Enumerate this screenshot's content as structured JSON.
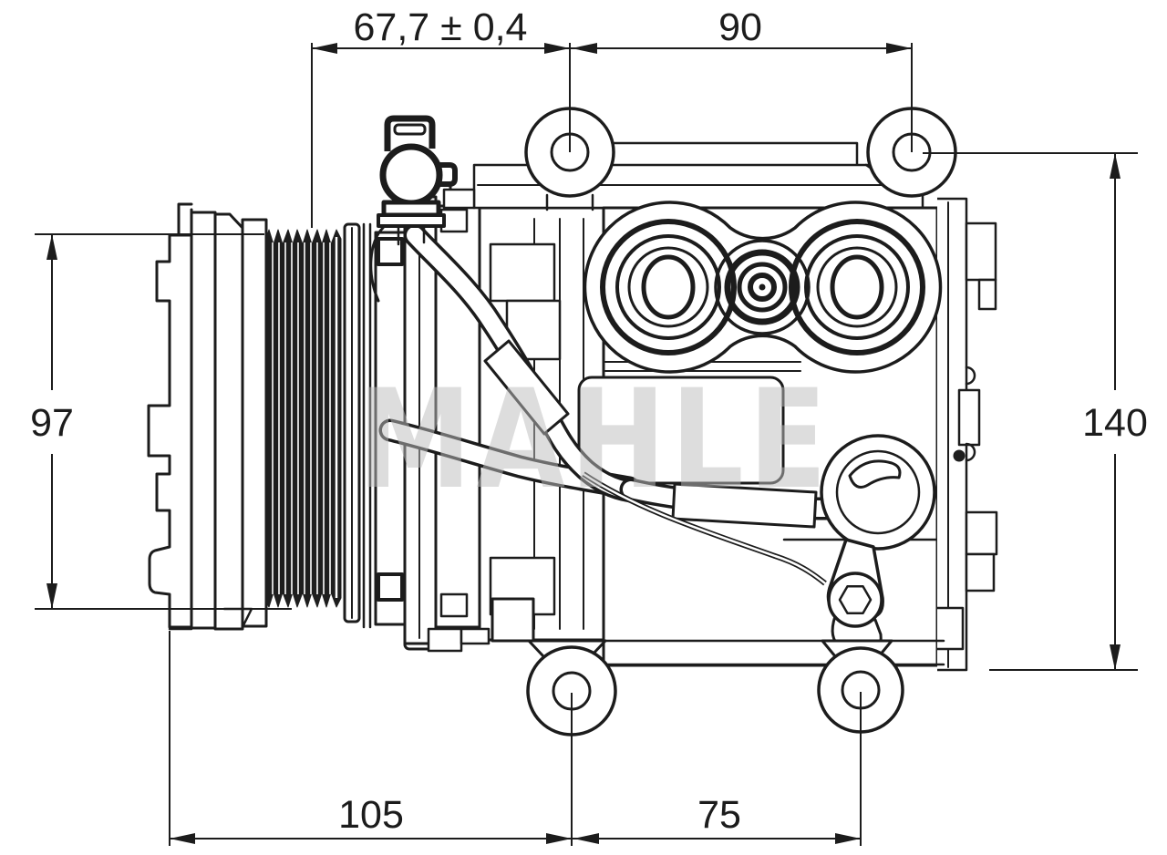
{
  "figure": {
    "type": "technical line drawing",
    "subject": "Automotive air-conditioning compressor, side view with belt pulley, clutch, mounting ears, refrigerant ports, hoses and bracket",
    "watermark": "MAHLE"
  },
  "colors": {
    "line": "#1c1c1c",
    "background": "#ffffff",
    "watermark_gray": "#bdbdbd",
    "pulley_fill": "#1e1e1e"
  },
  "dimensions": {
    "top_pulley_width": "67,7 ± 0,4",
    "top_body_width": "90",
    "left_pulley_height": "97",
    "right_body_height": "140",
    "bottom_left_span": "105",
    "bottom_right_span": "75"
  }
}
